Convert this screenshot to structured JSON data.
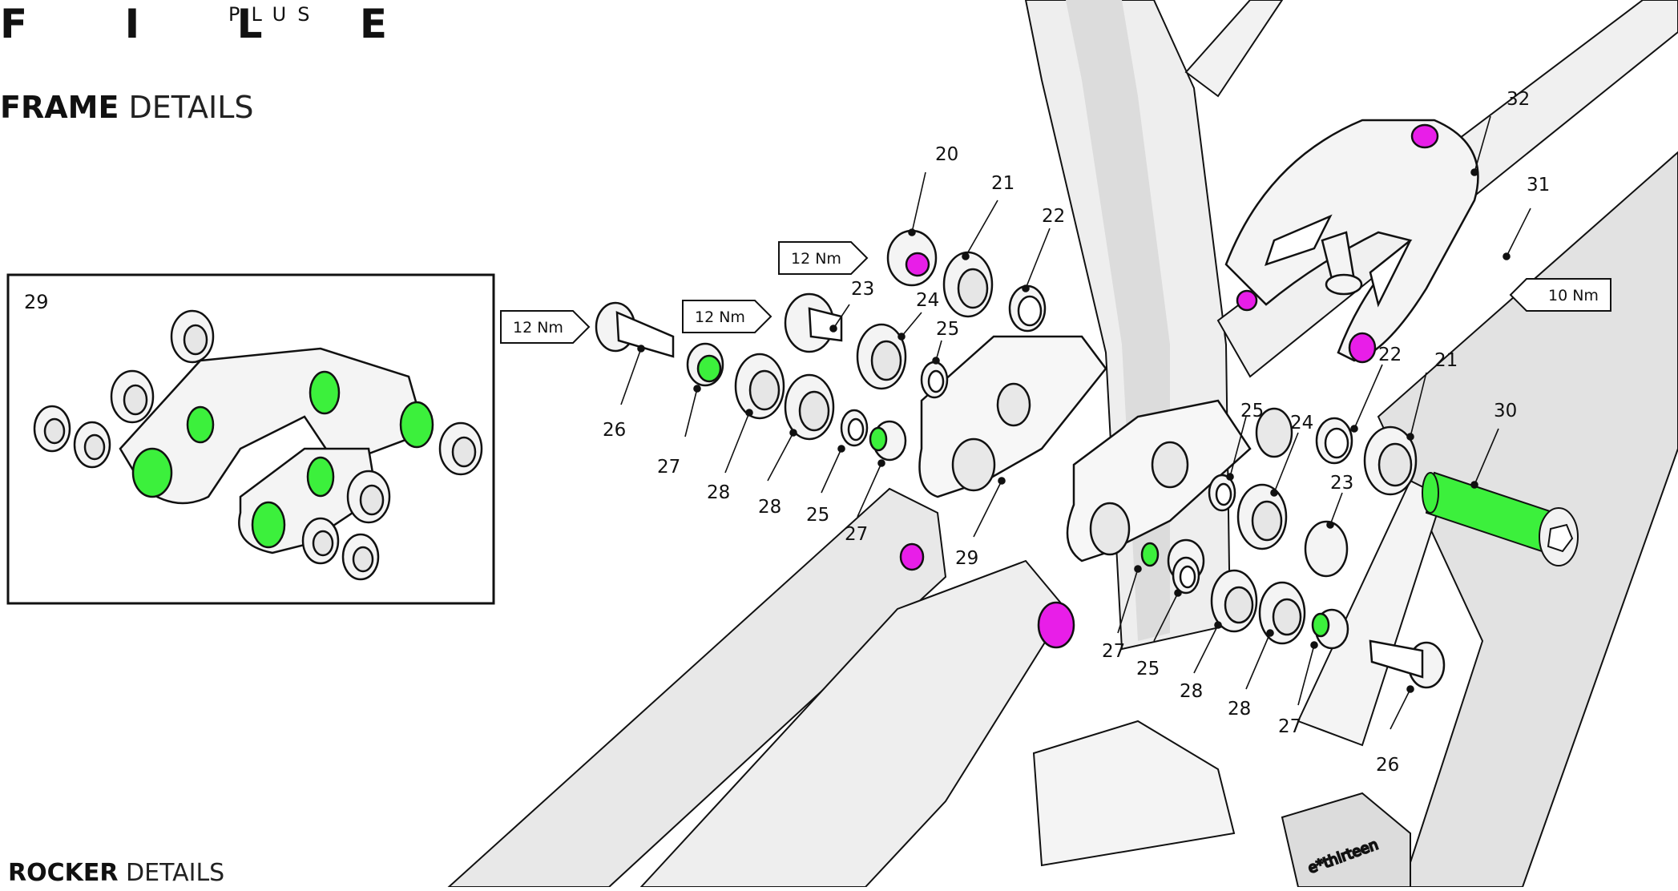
{
  "brand": {
    "name": "F I L E",
    "sub": "PLUS"
  },
  "sections": {
    "frame": {
      "bold": "FRAME",
      "light": "DETAILS"
    },
    "rocker": {
      "bold": "ROCKER",
      "light": "DETAILS"
    }
  },
  "inset": {
    "label": "29"
  },
  "torques": {
    "t1": "12 Nm",
    "t2": "12 Nm",
    "t3": "12 Nm",
    "t4": "10 Nm"
  },
  "callouts": {
    "c20": "20",
    "c21a": "21",
    "c22a": "22",
    "c23a": "23",
    "c24a": "24",
    "c25a": "25",
    "c26a": "26",
    "c27a": "27",
    "c28a": "28",
    "c28b": "28",
    "c25b": "25",
    "c27b": "27",
    "c29": "29",
    "c32": "32",
    "c31": "31",
    "c22b": "22",
    "c21b": "21",
    "c30": "30",
    "c25c": "25",
    "c24b": "24",
    "c23b": "23",
    "c27c": "27",
    "c25d": "25",
    "c28c": "28",
    "c28d": "28",
    "c27d": "27",
    "c26b": "26"
  },
  "brand_mark": "e*thirteen",
  "colors": {
    "accent_green": "#3cf03c",
    "accent_magenta": "#e81ee8",
    "frame_fill": "#e6e6e6",
    "outline": "#111111"
  }
}
